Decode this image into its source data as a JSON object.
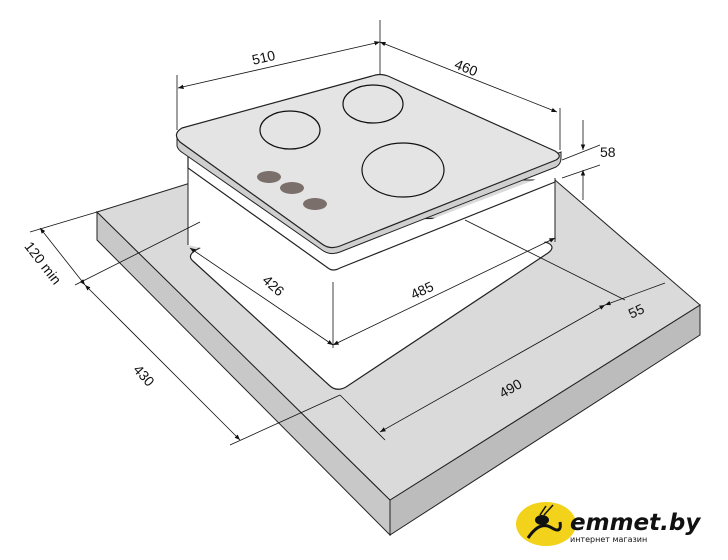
{
  "dimensions": {
    "hob_width": "510",
    "hob_depth": "460",
    "hob_height": "58",
    "cutout_depth": "426",
    "cutout_width": "485",
    "rear_margin": "55",
    "countertop_width": "490",
    "countertop_depth": "430",
    "front_margin": "120 min"
  },
  "logo": {
    "name": "emmet.by",
    "tagline": "интернет магазин"
  },
  "colors": {
    "hob_top": "#e4e4e4",
    "countertop": "#dadada",
    "knob": "#7b6f6b",
    "logo_yellow": "#f3d21b"
  }
}
